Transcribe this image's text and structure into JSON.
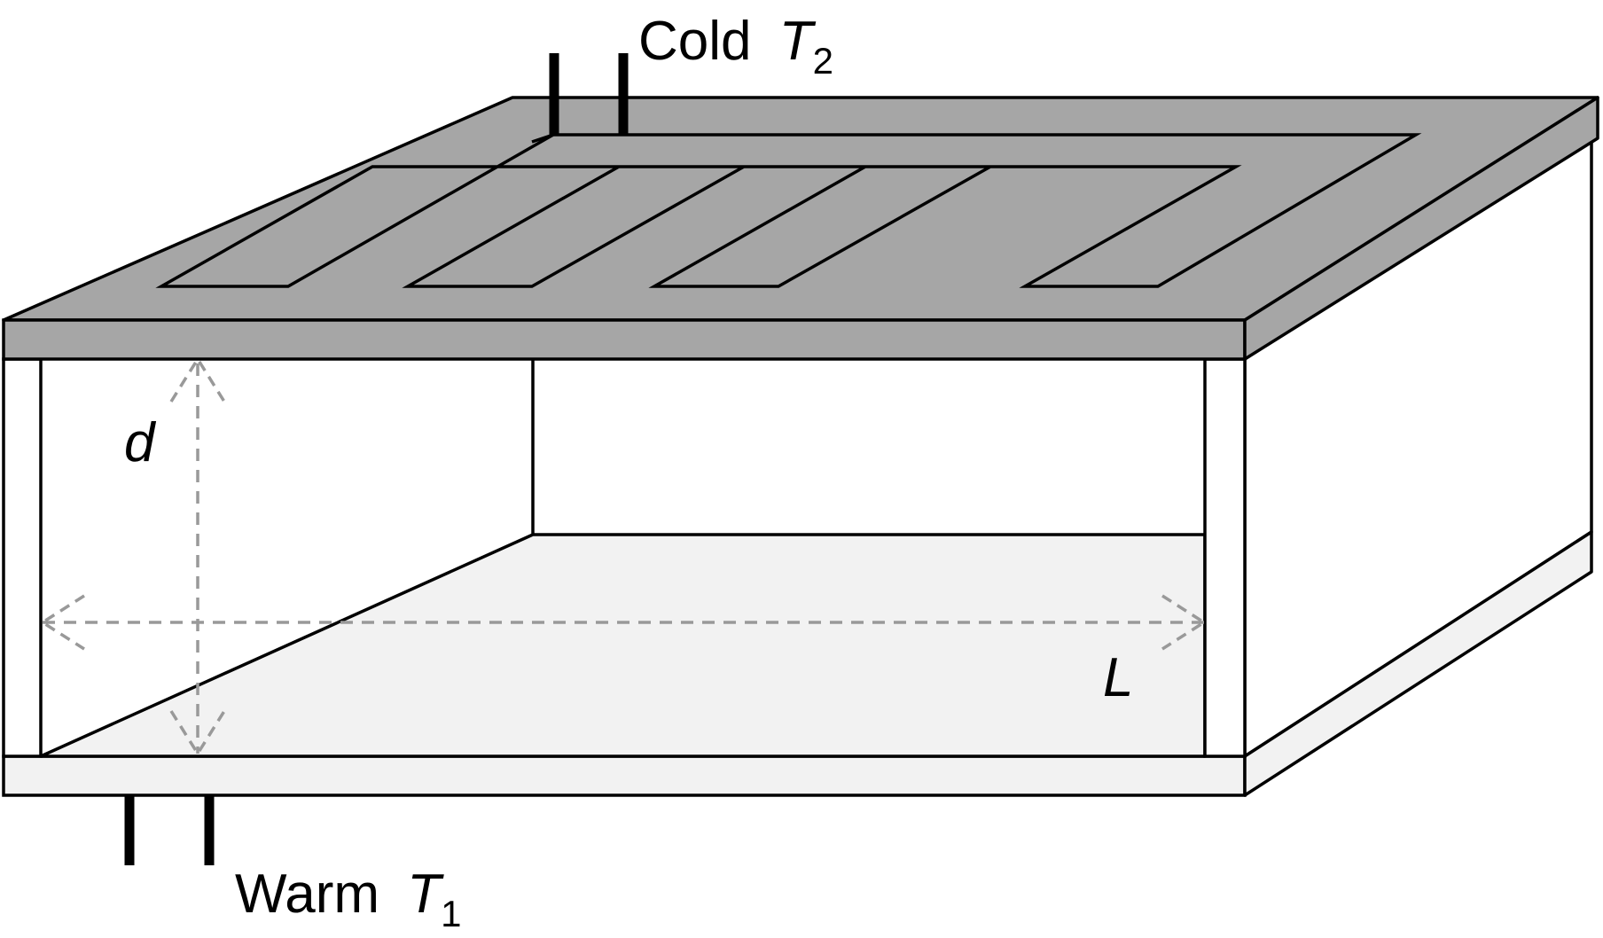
{
  "labels": {
    "cold": "Cold",
    "cold_symbol": "T",
    "cold_subscript": "2",
    "warm": "Warm",
    "warm_symbol": "T",
    "warm_subscript": "1",
    "height_symbol": "d",
    "length_symbol": "L"
  },
  "colors": {
    "top_plate": "#a6a6a6",
    "bottom_plate": "#f2f2f2",
    "dimension_arrows": "#999999",
    "outline": "#000000"
  }
}
